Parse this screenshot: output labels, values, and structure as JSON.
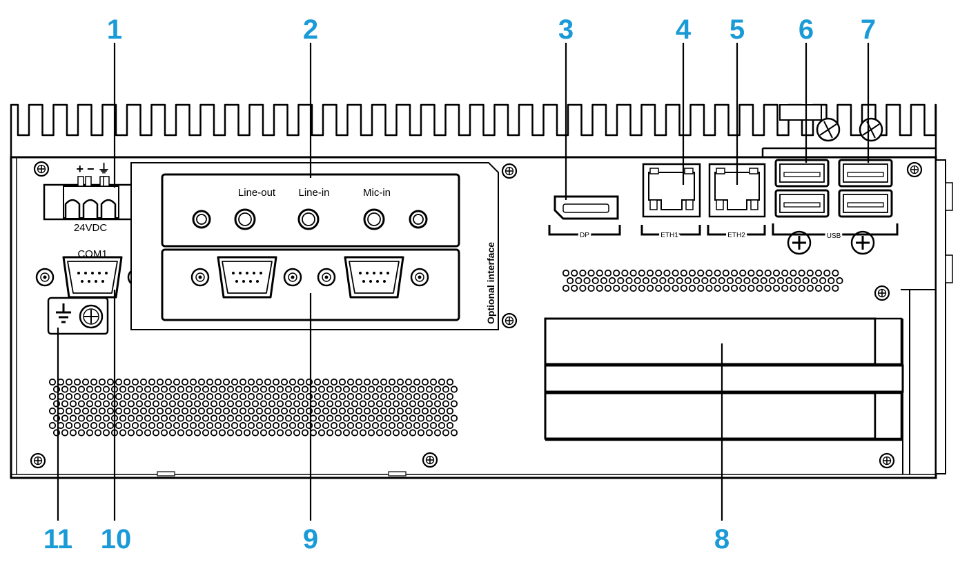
{
  "callouts": [
    {
      "id": "1",
      "text": "1"
    },
    {
      "id": "2",
      "text": "2"
    },
    {
      "id": "3",
      "text": "3"
    },
    {
      "id": "4",
      "text": "4"
    },
    {
      "id": "5",
      "text": "5"
    },
    {
      "id": "6",
      "text": "6"
    },
    {
      "id": "7",
      "text": "7"
    },
    {
      "id": "8",
      "text": "8"
    },
    {
      "id": "9",
      "text": "9"
    },
    {
      "id": "10",
      "text": "10"
    },
    {
      "id": "11",
      "text": "11"
    }
  ],
  "labels": {
    "power_voltage": "24VDC",
    "power_polarity": "+ − ⏚",
    "com1": "COM1",
    "line_out": "Line-out",
    "line_in": "Line-in",
    "mic_in": "Mic-in",
    "optional_interface": "Optional interface",
    "dp": "DP",
    "eth1": "ETH1",
    "eth2": "ETH2",
    "usb": "USB"
  },
  "colors": {
    "callout": "#1a9ad6",
    "outline": "#000000",
    "background": "#ffffff"
  }
}
